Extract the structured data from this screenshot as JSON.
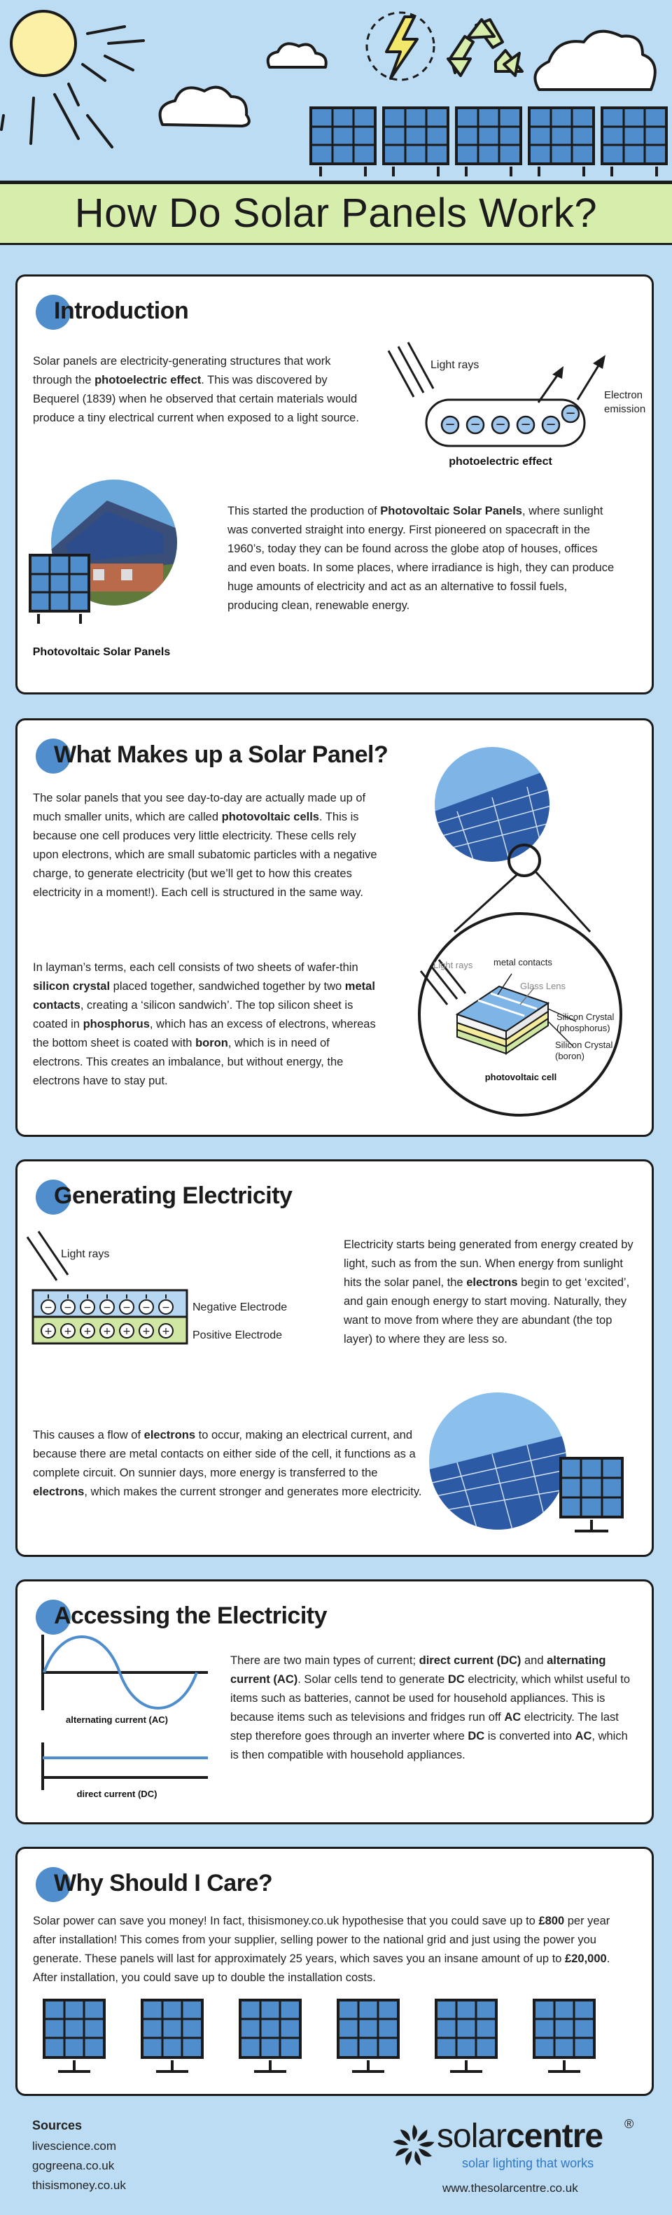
{
  "title": "How Do Solar Panels Work?",
  "sections": {
    "intro": {
      "title": "Introduction",
      "p1": [
        {
          "t": "Solar panels are electricity-generating structures that work through the "
        },
        {
          "t": "photoelectric effect",
          "b": true
        },
        {
          "t": ". This was discovered by Bequerel (1839) when he observed that certain materials would produce a tiny electrical current when exposed to a light source."
        }
      ],
      "p2": [
        {
          "t": "This started the production of "
        },
        {
          "t": "Photovoltaic Solar Panels",
          "b": true
        },
        {
          "t": ", where sunlight was converted straight into energy. First pioneered on spacecraft in the 1960’s, today they can be found across the globe atop of houses, offices and even boats. In some places, where irradiance is high, they can produce huge amounts of electricity and act as an alternative to fossil fuels, producing clean, renewable energy."
        }
      ],
      "light_rays_label": "Light rays",
      "electron_label": "Electron emission",
      "effect_caption": "photoelectric effect",
      "panels_caption": "Photovoltaic Solar Panels"
    },
    "makeup": {
      "title": "What Makes up a Solar Panel?",
      "p1": [
        {
          "t": "The solar panels that you see day-to-day are actually made up of much smaller units, which are called "
        },
        {
          "t": "photovoltaic cells",
          "b": true
        },
        {
          "t": ". This is because one cell produces very little electricity. These cells rely upon electrons, which are small subatomic particles with a negative charge, to generate electricity (but we’ll get to how this creates electricity in a moment!). Each cell is structured in the same way."
        }
      ],
      "p2": [
        {
          "t": "In layman’s terms, each cell consists of two sheets of wafer-thin "
        },
        {
          "t": "silicon crystal",
          "b": true
        },
        {
          "t": " placed together, sandwiched together by two "
        },
        {
          "t": "metal contacts",
          "b": true
        },
        {
          "t": ", creating a ‘silicon sandwich’. The top silicon sheet is coated in "
        },
        {
          "t": "phosphorus",
          "b": true
        },
        {
          "t": ", which has an excess of electrons, whereas the bottom sheet is coated with "
        },
        {
          "t": "boron",
          "b": true
        },
        {
          "t": ", which is in need of electrons. This creates an imbalance, but without energy, the electrons have to stay put."
        }
      ],
      "light_rays_label": "Light rays",
      "metal_contacts_label": "metal contacts",
      "glass_lens_label": "Glass Lens",
      "silicon_top_label": "Silicon Crystal (phosphorus)",
      "silicon_bottom_label": "Silicon Crystal (boron)",
      "cell_caption": "photovoltaic cell"
    },
    "generating": {
      "title": "Generating Electricity",
      "light_rays_label": "Light rays",
      "negative_label": "Negative Electrode",
      "positive_label": "Positive Electrode",
      "p1": [
        {
          "t": "Electricity starts being generated from energy created by light, such as from the sun. When energy from sunlight hits the solar panel, the "
        },
        {
          "t": "electrons",
          "b": true
        },
        {
          "t": " begin to get ‘excited’, and gain enough energy to start moving. Naturally, they want to move from where they are abundant (the top layer) to where they are less so."
        }
      ],
      "p2": [
        {
          "t": "This causes a flow of "
        },
        {
          "t": "electrons",
          "b": true
        },
        {
          "t": " to occur, making an electrical current, and because there are metal contacts on either side of the cell, it functions as a complete circuit. On sunnier days, more energy is transferred to the "
        },
        {
          "t": "electrons",
          "b": true
        },
        {
          "t": ", which makes the current stronger and generates more electricity."
        }
      ]
    },
    "accessing": {
      "title": "Accessing the Electricity",
      "ac_caption": "alternating current (AC)",
      "dc_caption": "direct current (DC)",
      "p1": [
        {
          "t": "There are two main types of current; "
        },
        {
          "t": "direct current (DC)",
          "b": true
        },
        {
          "t": " and "
        },
        {
          "t": "alternating current (AC)",
          "b": true
        },
        {
          "t": ". Solar cells tend to generate "
        },
        {
          "t": "DC",
          "b": true
        },
        {
          "t": " electricity, which whilst useful to items such as batteries, cannot be used for household appliances. This is because items such as televisions and fridges run off "
        },
        {
          "t": "AC",
          "b": true
        },
        {
          "t": " electricity. The last step therefore goes through an inverter where "
        },
        {
          "t": "DC",
          "b": true
        },
        {
          "t": " is converted into "
        },
        {
          "t": "AC",
          "b": true
        },
        {
          "t": ", which is then compatible with household appliances."
        }
      ]
    },
    "care": {
      "title": "Why Should I Care?",
      "p1": [
        {
          "t": "Solar power can save you money! In fact, thisismoney.co.uk hypothesise that you could save up to "
        },
        {
          "t": "£800",
          "b": true
        },
        {
          "t": " per year after installation! This comes from your supplier, selling power to the national grid and just using the power you generate. These panels will last for approximately 25 years, which saves you an insane amount of up to "
        },
        {
          "t": "£20,000",
          "b": true
        },
        {
          "t": ". After installation, you could save up to double the installation costs."
        }
      ]
    }
  },
  "footer": {
    "sources_title": "Sources",
    "sources": [
      "livescience.com",
      "gogreena.co.uk",
      "thisismoney.co.uk"
    ],
    "brand_left": "solar",
    "brand_right": "centre",
    "tagline": "solar lighting that works",
    "website": "www.thesolarcentre.co.uk",
    "registered_mark": "®"
  },
  "colors": {
    "background": "#bcdcf3",
    "panel_blue": "#4f8dcc",
    "banner_green": "#d7edac",
    "sun_yellow": "#fbf0a5",
    "electron_blue": "#9fc6ec",
    "positive_green": "#cfe7a3"
  }
}
